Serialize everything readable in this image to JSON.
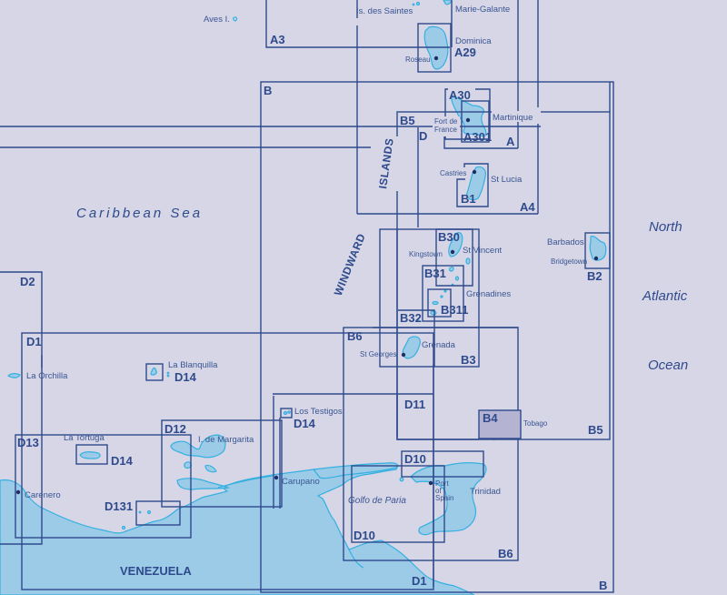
{
  "map": {
    "colors": {
      "water": "#d6d6e6",
      "land": "#9ccbe8",
      "coastline": "#35b0e0",
      "chart_outline": "#2f4a8c",
      "highlight_chart": "#b4b4d2"
    },
    "sea_labels": {
      "caribbean": "Caribbean Sea",
      "atlantic": [
        "North",
        "Atlantic",
        "Ocean"
      ],
      "gulf": "Golfo de Paria"
    },
    "regions": {
      "windward": "WINDWARD",
      "islands": "ISLANDS",
      "country": "VENEZUELA"
    },
    "places": {
      "aves": "Aves I.",
      "saintes": "Is. des Saintes",
      "marie_galante": "Marie-Galante",
      "dominica": "Dominica",
      "roseau": "Roseau",
      "martinique": "Martinique",
      "fort_de": "Fort de",
      "france": "France",
      "castries": "Castries",
      "st_lucia": "St Lucia",
      "barbados": "Barbados",
      "bridgetown": "Bridgetown",
      "kingstown": "Kingstown",
      "st_vincent": "St Vincent",
      "grenadines": "Grenadines",
      "grenada": "Grenada",
      "st_georges": "St Georges",
      "tobago": "Tobago",
      "trinidad": "Trinidad",
      "port": "Port",
      "of": "of",
      "spain": "Spain",
      "la_orchilla": "La Orchilla",
      "la_blanquilla": "La Blanquilla",
      "los_testigos": "Los Testigos",
      "la_tortuga": "La Tortuga",
      "margarita": "I. de Margarita",
      "carenero": "Carenero",
      "carupano": "Carupano"
    },
    "charts": {
      "A": "A",
      "A3": "A3",
      "A4": "A4",
      "A29": "A29",
      "A30": "A30",
      "A301": "A301",
      "B": "B",
      "B1": "B1",
      "B2": "B2",
      "B3": "B3",
      "B4": "B4",
      "B5_top": "B5",
      "B5_bottom": "B5",
      "B6_top": "B6",
      "B6_bottom": "B6",
      "B30": "B30",
      "B31": "B31",
      "B311": "B311",
      "B32": "B32",
      "D": "D",
      "D1_top": "D1",
      "D1_bottom": "D1",
      "D2": "D2",
      "D10_top": "D10",
      "D10_bottom": "D10",
      "D11": "D11",
      "D12": "D12",
      "D13": "D13",
      "D131": "D131",
      "D14_blanquilla": "D14",
      "D14_testigos": "D14",
      "D14_tortuga": "D14"
    }
  }
}
